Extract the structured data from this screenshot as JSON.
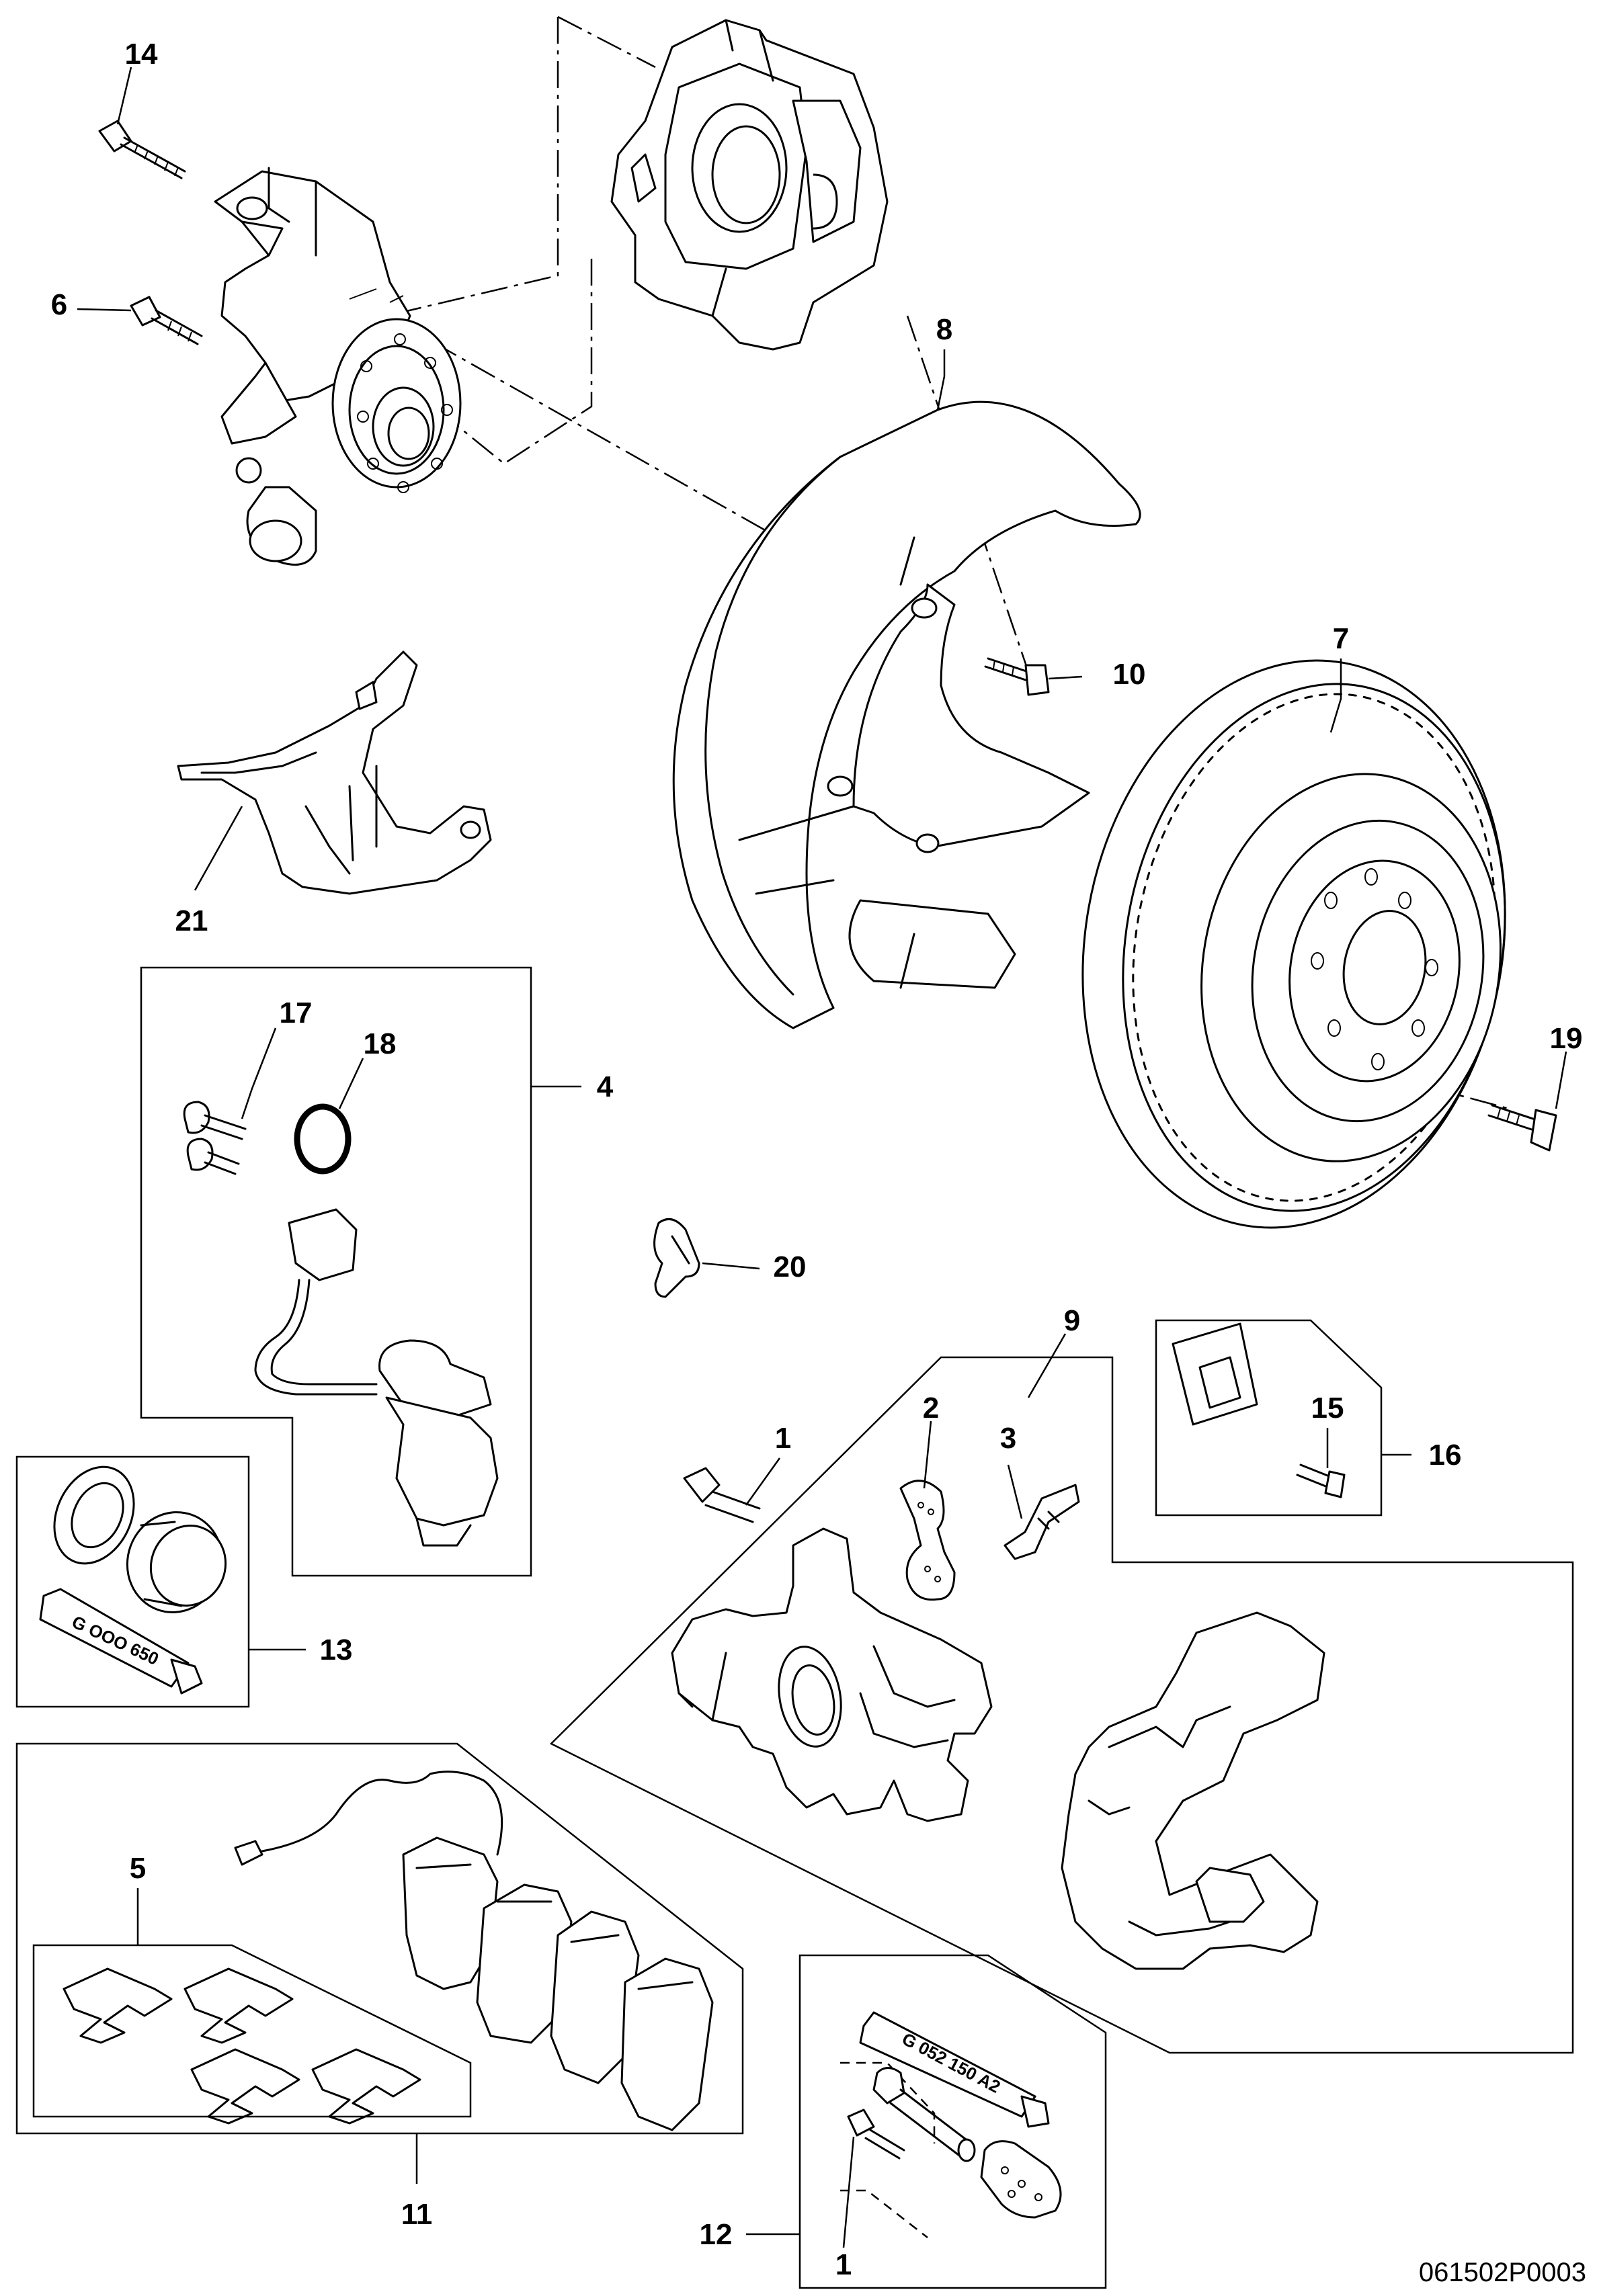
{
  "diagram": {
    "reference_code": "061502P0003",
    "tube_labels": {
      "grease_13": "G OOO 650",
      "grease_12": "G 052 150 A2"
    },
    "callouts": {
      "c14": "14",
      "c6": "6",
      "c8": "8",
      "c10": "10",
      "c7": "7",
      "c21": "21",
      "c17": "17",
      "c18": "18",
      "c4": "4",
      "c19": "19",
      "c20": "20",
      "c9": "9",
      "c2": "2",
      "c3": "3",
      "c1_top": "1",
      "c15": "15",
      "c16": "16",
      "c13": "13",
      "c5": "5",
      "c11": "11",
      "c12": "12",
      "c1_bottom": "1"
    }
  }
}
